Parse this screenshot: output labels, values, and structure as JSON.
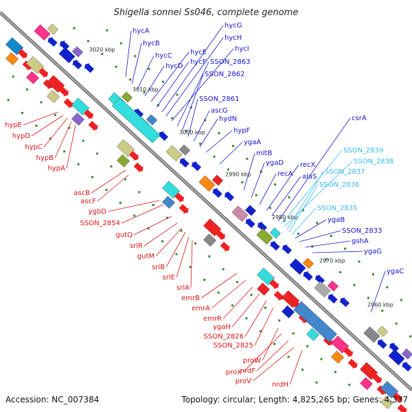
{
  "title": "Shigella sonnei Ss046, complete genome",
  "footer": {
    "accession": "Accession: NC_007384",
    "summary": "Topology: circular; Length: 4,825,265 bp; Genes: 4,337"
  },
  "colors": {
    "forward_label": "#dd1111",
    "reverse_label": "#1111cc",
    "highlight_label": "#33bbee",
    "backbone": "#888888"
  },
  "ticks": [
    "3020 kbp",
    "3010 kbp",
    "3000 kbp",
    "2990 kbp",
    "2980 kbp",
    "2970 kbp",
    "2960 kbp"
  ],
  "labels_right": [
    "hycA",
    "hycB",
    "hycC",
    "hycD",
    "hycE",
    "hycF",
    "hycG",
    "hycH",
    "hycI",
    "SSON_2863",
    "SSON_2862",
    "SSON_2861",
    "ascG",
    "hydN",
    "hypF",
    "ygaA",
    "mltB",
    "ygaD",
    "recA",
    "recX",
    "alaS",
    "csrA",
    "SSON_2839",
    "SSON_2838",
    "SSON_2837",
    "SSON_2836",
    "SSON_2835",
    "ygaB",
    "SSON_2833",
    "gshA",
    "ygaG",
    "ygaC"
  ],
  "labels_right_highlight": [
    "SSON_2839",
    "SSON_2838",
    "SSON_2837",
    "SSON_2836",
    "SSON_2835"
  ],
  "labels_left": [
    "hypE",
    "hypD",
    "hypC",
    "hypB",
    "hypA",
    "ascB",
    "ascF",
    "ygbD",
    "SSON_2854",
    "gutQ",
    "srlR",
    "gutM",
    "srlB",
    "srlE",
    "srlA",
    "emrB",
    "emrA",
    "emrR",
    "ygaH",
    "SSON_2826",
    "SSON_2825",
    "proW",
    "proX",
    "nrdF",
    "proV",
    "nrdH"
  ]
}
